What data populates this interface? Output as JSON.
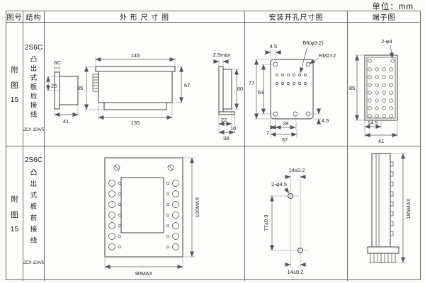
{
  "page": {
    "unit_label": "单位：mm"
  },
  "headers": {
    "fig_no": "图号",
    "structure": "结构",
    "outline": "外 形 尺 寸 图",
    "install": "安装开孔尺寸图",
    "terminal": "端子图"
  },
  "row1": {
    "fig_chars": [
      "附",
      "图",
      "15"
    ],
    "type": "2S6C",
    "desc_chars": [
      "凸",
      "出",
      "式",
      "板",
      "后",
      "接",
      "线"
    ],
    "model": "JCX-10A/5",
    "outline": {
      "d6c": "6C",
      "d25": "25",
      "d85": "85",
      "d41": "41",
      "d145": "145",
      "d135": "135",
      "d67": "67",
      "d25max": "2.5max",
      "d60": "60",
      "d22": "22",
      "d10": "10",
      "d38": "38"
    },
    "install": {
      "d45a": "4.5",
      "db6": "B6(φ3.2)",
      "drm": "RM2×2",
      "d77": "77",
      "d63": "63",
      "d7": "7",
      "d28": "28",
      "d37": "37",
      "d45b": "4.5"
    },
    "terminal": {
      "dphi": "2-φ4",
      "d85": "85",
      "d145": "14.5",
      "d41": "41"
    }
  },
  "row2": {
    "fig_chars": [
      "附",
      "图",
      "15"
    ],
    "type": "2S6C",
    "desc_chars": [
      "凸",
      "出",
      "式",
      "板",
      "前",
      "接",
      "线"
    ],
    "model": "JCX-10A/5",
    "outline": {
      "d100": "100MAX",
      "d90": "90MAX"
    },
    "install": {
      "d14t": "14±0.2",
      "dphi": "2-φ4.5",
      "d77": "77±0.3",
      "d14b": "14±0.2"
    },
    "terminal": {
      "d185": "185MAX"
    }
  }
}
